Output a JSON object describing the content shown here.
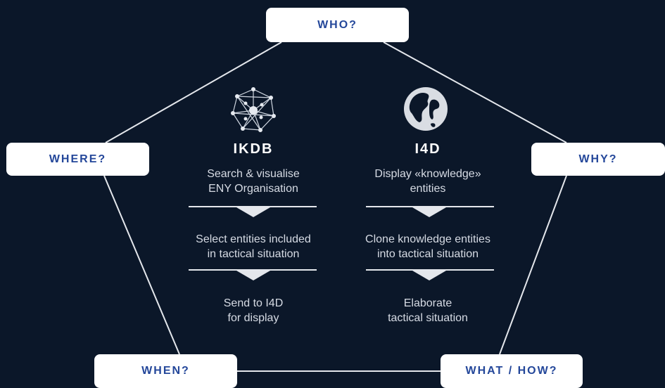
{
  "nodes": {
    "who": "WHO?",
    "where": "WHERE?",
    "why": "WHY?",
    "when": "WHEN?",
    "what_how": "WHAT / HOW?"
  },
  "ikdb": {
    "icon": "network-graph-icon",
    "title": "IKDB",
    "step1": "Search & visualise\nENY Organisation",
    "step2": "Select entities included\nin tactical situation",
    "step3": "Send to I4D\nfor display"
  },
  "i4d": {
    "icon": "globe-icon",
    "title": "I4D",
    "step1": "Display «knowledge»\nentities",
    "step2": "Clone knowledge entities\ninto tactical situation",
    "step3": "Elaborate\ntactical situation"
  },
  "colors": {
    "background": "#0b1729",
    "node_fill": "#ffffff",
    "node_text": "#24479a",
    "line": "#e4e7ec",
    "body_text": "#d6dbe4"
  }
}
